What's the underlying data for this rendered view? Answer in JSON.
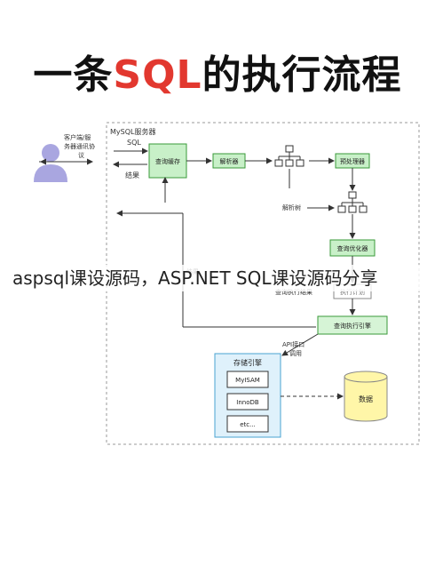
{
  "title": {
    "part1": "一条",
    "part2": "SQL",
    "part3": "的执行流程",
    "accent_color": "#e2382f"
  },
  "diagram": {
    "client_label_line1": "客户端/服",
    "client_label_line2": "务器通讯协",
    "client_label_line3": "议",
    "server_label": "MySQL服务器",
    "sql_label": "SQL",
    "result_label": "结果",
    "query_cache": "查询缓存",
    "parser": "解析器",
    "preprocessor": "预处理器",
    "parse_tree": "解析树",
    "optimizer": "查询优化器",
    "execution_plan": "执行计划",
    "query_exec_plan_label": "查询执行结果",
    "result_label2": "结果",
    "executor": "查询执行引擎",
    "api_label_line1": "API接口",
    "api_label_line2": "调用",
    "storage_engine": "存储引擎",
    "engines": [
      "MyISAM",
      "InnoDB",
      "etc..."
    ],
    "data": "数据",
    "colors": {
      "green": "#c8f0c8",
      "green_border": "#3a9a3a",
      "blue": "#dff1fb",
      "blue_border": "#4aa3d0",
      "yellow": "#fff6a8",
      "person": "#a9a6e0"
    }
  },
  "overlay_text": "aspsql课设源码，ASP.NET SQL课设源码分享"
}
